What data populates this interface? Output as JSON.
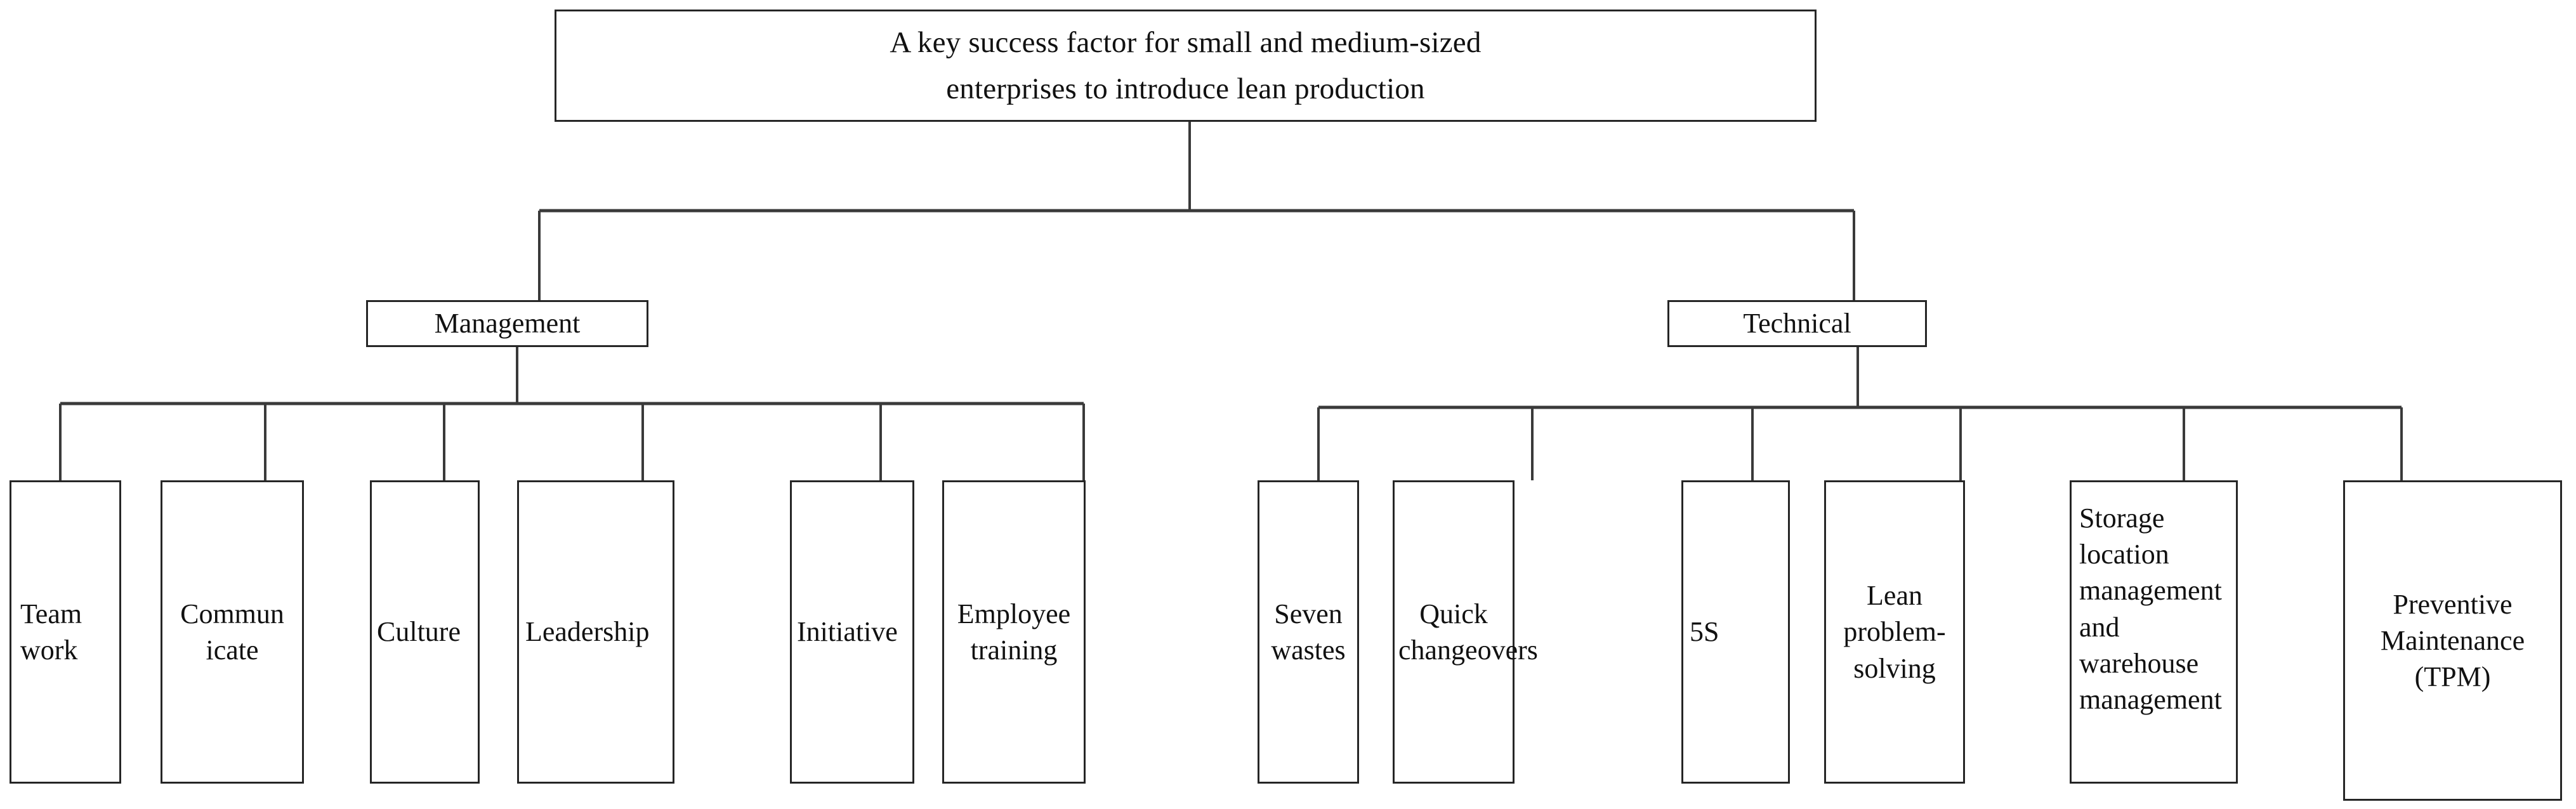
{
  "diagram": {
    "type": "tree",
    "title_node": {
      "id": "root",
      "label": "A key success factor for small and medium-sized\nenterprises to introduce lean production"
    },
    "categories": [
      {
        "id": "management",
        "label": "Management"
      },
      {
        "id": "technical",
        "label": "Technical"
      }
    ],
    "management_factors": [
      {
        "id": "team-work",
        "label": "Team\nwork"
      },
      {
        "id": "communicate",
        "label": "Commun\nicate"
      },
      {
        "id": "culture",
        "label": "Culture"
      },
      {
        "id": "leadership",
        "label": "Leadership"
      },
      {
        "id": "initiative",
        "label": "Initiative"
      },
      {
        "id": "employee-training",
        "label": "Employee\ntraining"
      }
    ],
    "technical_factors": [
      {
        "id": "seven-wastes",
        "label": "Seven\nwastes"
      },
      {
        "id": "quick-changeovers",
        "label": "Quick\nchangeovers"
      },
      {
        "id": "five-s",
        "label": "5S"
      },
      {
        "id": "lean-problem-solving",
        "label": "Lean\nproblem-\nsolving"
      },
      {
        "id": "storage-warehouse",
        "label": "Storage\nlocation\nmanagement\nand\nwarehouse\nmanagement"
      },
      {
        "id": "preventive-maintenance",
        "label": "Preventive\nMaintenance\n(TPM)"
      }
    ],
    "colors": {
      "border": "#262626",
      "text": "#111111",
      "background": "#ffffff",
      "connector": "#3a3a3a"
    }
  }
}
